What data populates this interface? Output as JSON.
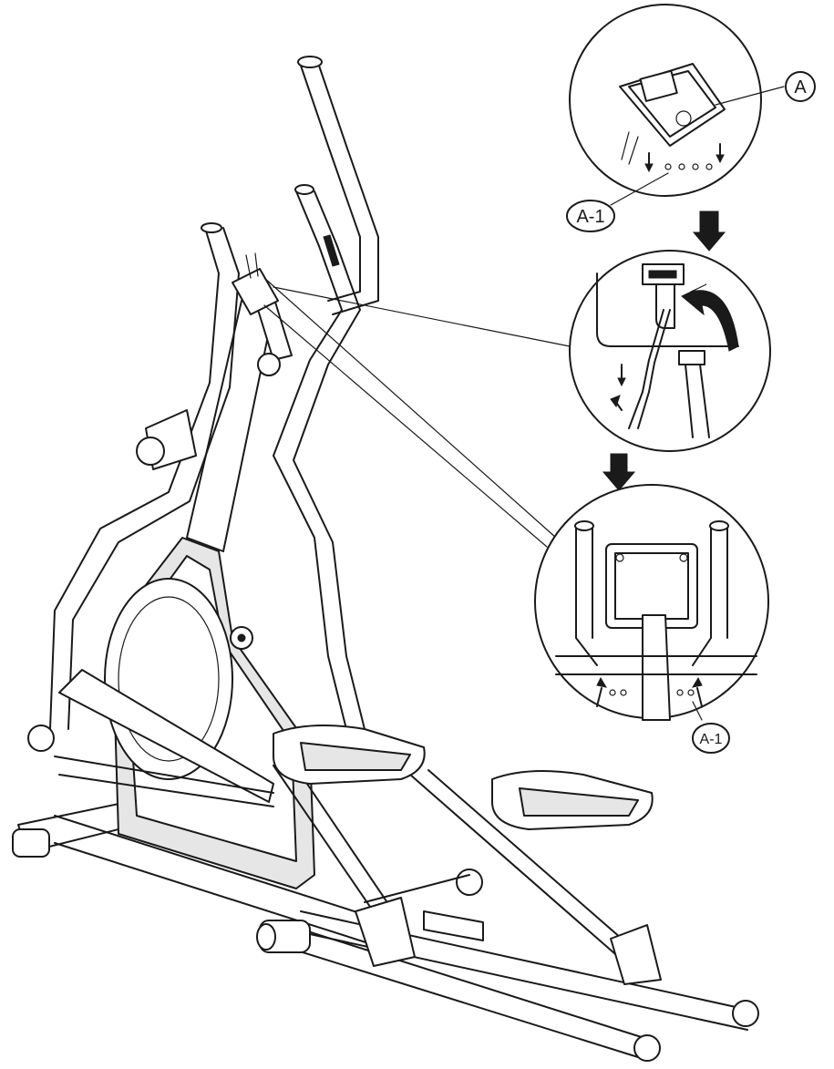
{
  "labels": {
    "console": "A",
    "screw_top": "A-1",
    "screw_bottom": "A-1"
  }
}
